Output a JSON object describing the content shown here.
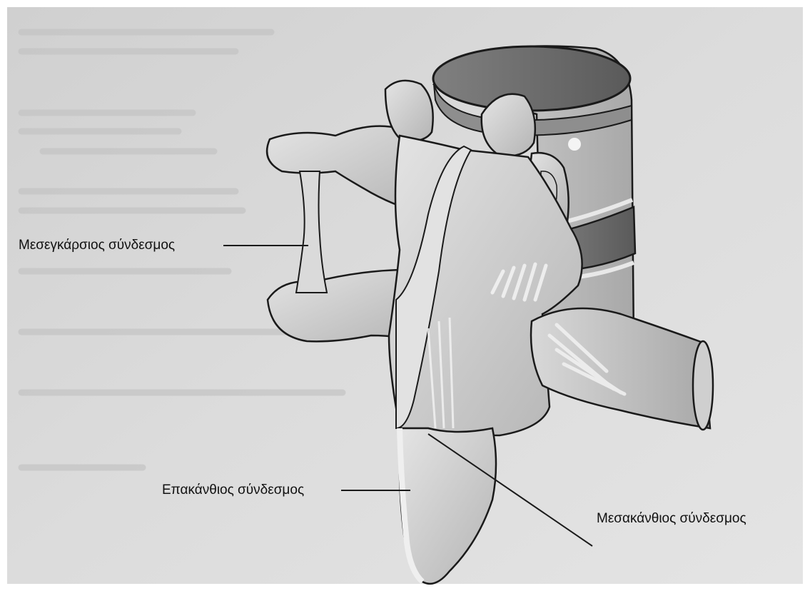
{
  "figure": {
    "labels": {
      "intertransverse_ligament": "Μεσεγκάρσιος σύνδεσμος",
      "supraspinous_ligament": "Επακάνθιος σύνδεσμος",
      "interspinous_ligament": "Μεσακάνθιος σύνδεσμος"
    },
    "colors": {
      "page": "#d9d9d9",
      "bone_fill": "#c7c7c7",
      "bone_highlight": "#e6e6e6",
      "disc_fill": "#6f6f6f",
      "outline": "#1a1a1a",
      "label_text": "#111111"
    }
  }
}
